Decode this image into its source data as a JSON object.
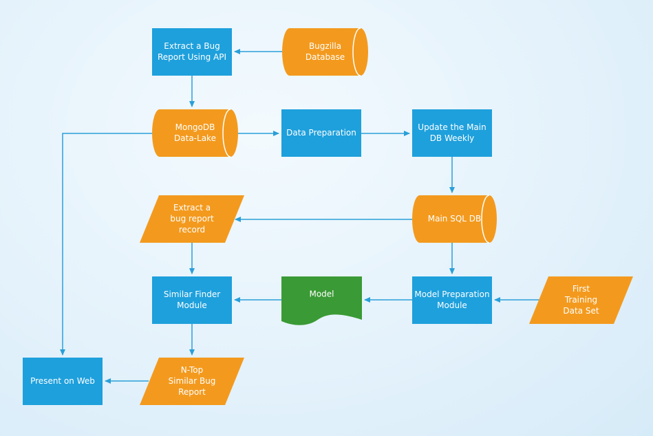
{
  "colors": {
    "process": "#1ea0dc",
    "storage": "#f39a1e",
    "model": "#3a9a35",
    "edge": "#2a9fd8",
    "text": "#ffffff"
  },
  "nodes": {
    "extract_bug_report": {
      "shape": "rect",
      "lines": [
        "Extract a Bug",
        "Report Using API"
      ]
    },
    "bugzilla_db": {
      "shape": "cylinder",
      "lines": [
        "Bugzilla",
        "Database"
      ]
    },
    "mongodb": {
      "shape": "cylinder",
      "lines": [
        "MongoDB",
        "Data-Lake"
      ]
    },
    "data_preparation": {
      "shape": "rect",
      "lines": [
        "Data Preparation"
      ]
    },
    "update_main_db": {
      "shape": "rect",
      "lines": [
        "Update the Main",
        "DB Weekly"
      ]
    },
    "main_sql_db": {
      "shape": "cylinder",
      "lines": [
        "Main SQL DB"
      ]
    },
    "extract_record": {
      "shape": "parallelogram",
      "lines": [
        "Extract a",
        "bug report",
        "record"
      ]
    },
    "similar_finder": {
      "shape": "rect",
      "lines": [
        "Similar Finder",
        "Module"
      ]
    },
    "model": {
      "shape": "document",
      "lines": [
        "Model"
      ]
    },
    "model_preparation": {
      "shape": "rect",
      "lines": [
        "Model Preparation",
        "Module"
      ]
    },
    "first_training": {
      "shape": "parallelogram",
      "lines": [
        "First",
        "Training",
        "Data Set"
      ]
    },
    "present_web": {
      "shape": "rect",
      "lines": [
        "Present on Web"
      ]
    },
    "ntop": {
      "shape": "parallelogram",
      "lines": [
        "N-Top",
        "Similar Bug",
        "Report"
      ]
    }
  },
  "edges": [
    {
      "from": "bugzilla_db",
      "to": "extract_bug_report"
    },
    {
      "from": "extract_bug_report",
      "to": "mongodb"
    },
    {
      "from": "mongodb",
      "to": "data_preparation"
    },
    {
      "from": "data_preparation",
      "to": "update_main_db"
    },
    {
      "from": "update_main_db",
      "to": "main_sql_db"
    },
    {
      "from": "main_sql_db",
      "to": "extract_record"
    },
    {
      "from": "main_sql_db",
      "to": "model_preparation"
    },
    {
      "from": "extract_record",
      "to": "similar_finder"
    },
    {
      "from": "first_training",
      "to": "model_preparation"
    },
    {
      "from": "model_preparation",
      "to": "model"
    },
    {
      "from": "model",
      "to": "similar_finder"
    },
    {
      "from": "similar_finder",
      "to": "ntop"
    },
    {
      "from": "ntop",
      "to": "present_web"
    },
    {
      "from": "mongodb",
      "to": "present_web"
    }
  ]
}
